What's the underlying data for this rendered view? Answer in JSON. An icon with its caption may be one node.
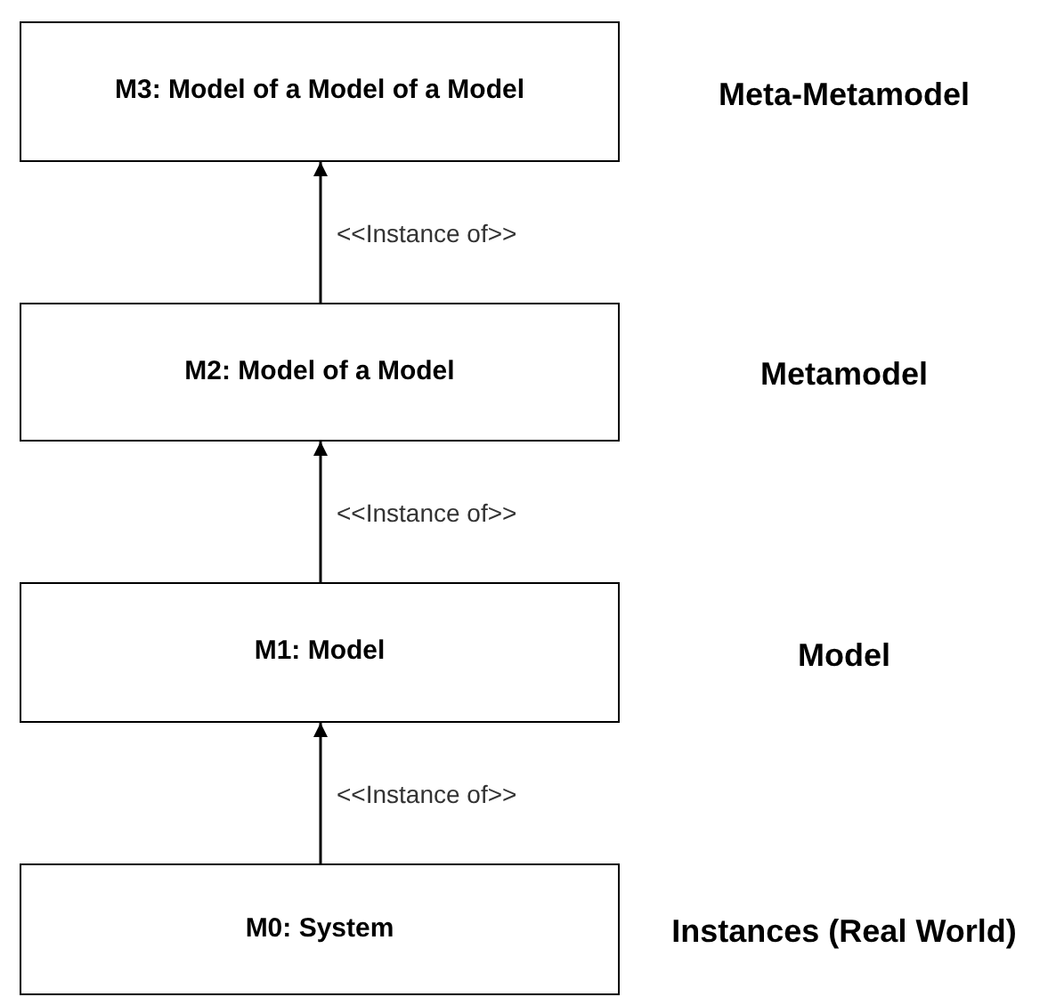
{
  "diagram": {
    "nodes": [
      {
        "text": [
          "M3: Model of a Model of a Model"
        ]
      },
      {
        "text": [
          "M2: Model of a Model"
        ]
      },
      {
        "text": [
          "M1: Model"
        ]
      },
      {
        "text": [
          "M0: System"
        ]
      }
    ],
    "edges": [
      {
        "from": 1,
        "to": 0,
        "arrow": "to",
        "label": "<<Instance of>>"
      },
      {
        "from": 2,
        "to": 1,
        "arrow": "to",
        "label": "<<Instance of>>"
      },
      {
        "from": 3,
        "to": 2,
        "arrow": "to",
        "label": "<<Instance of>>"
      }
    ],
    "labels": [
      "Meta-Metamodel",
      "Metamodel",
      "Model",
      "Instances (Real World)"
    ]
  }
}
